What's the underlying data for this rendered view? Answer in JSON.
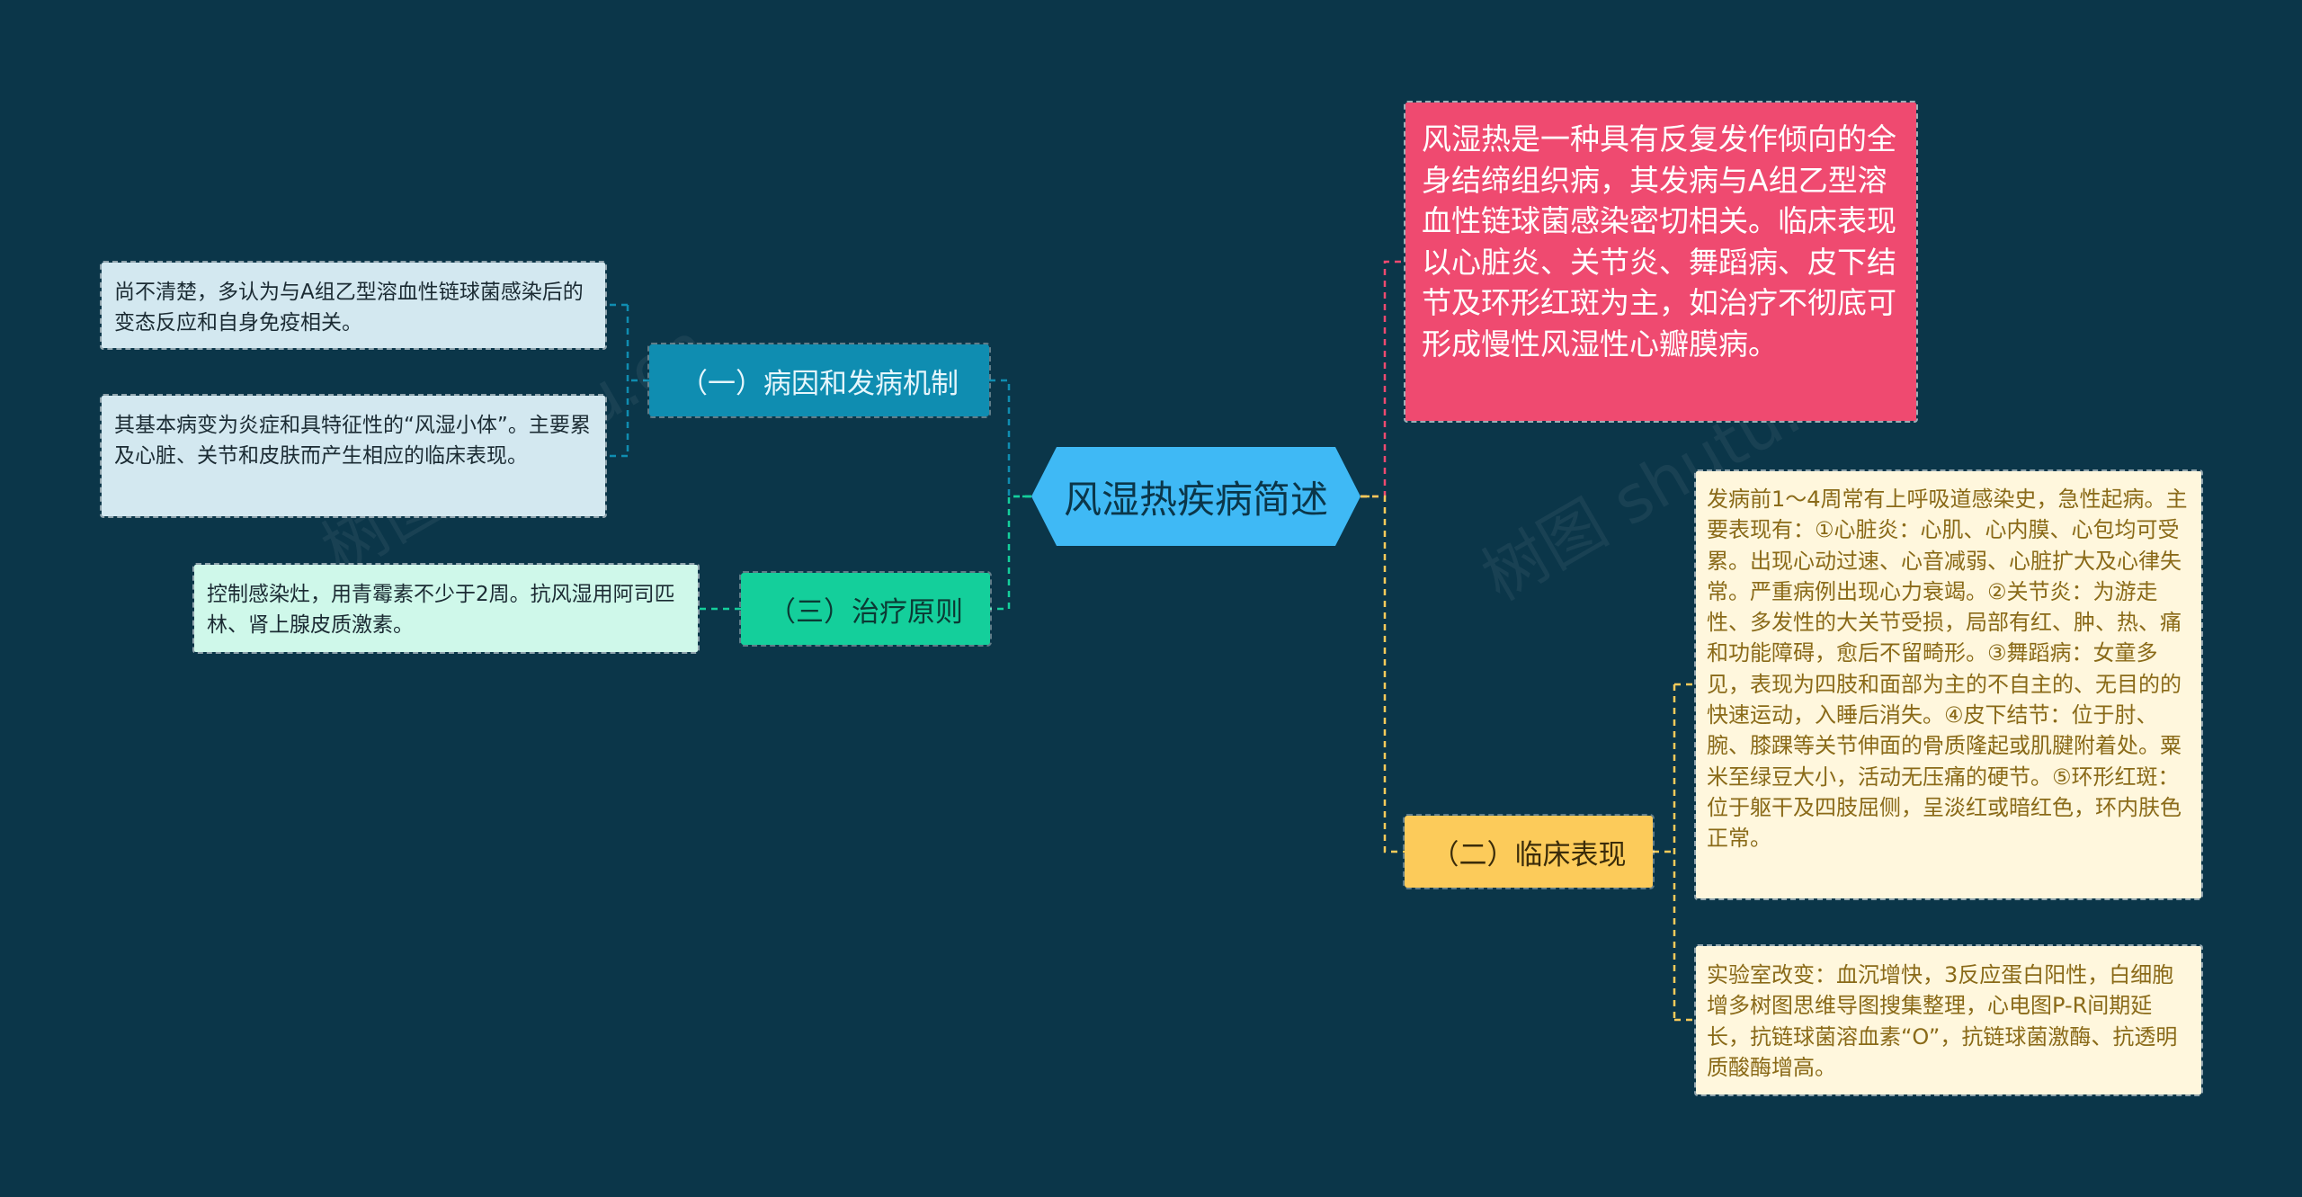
{
  "center": {
    "title": "风湿热疾病简述"
  },
  "definition": {
    "text": "风湿热是一种具有反复发作倾向的全身结缔组织病，其发病与A组乙型溶血性链球菌感染密切相关。临床表现以心脏炎、关节炎、舞蹈病、皮下结节及环形红斑为主，如治疗不彻底可形成慢性风湿性心瓣膜病。"
  },
  "branch1": {
    "label": "（一）病因和发病机制",
    "leaves": [
      "尚不清楚，多认为与A组乙型溶血性链球菌感染后的变态反应和自身免疫相关。",
      "其基本病变为炎症和具特征性的“风湿小体”。主要累及心脏、关节和皮肤而产生相应的临床表现。"
    ]
  },
  "branch2": {
    "label": "（二）临床表现",
    "leaves": [
      "发病前1～4周常有上呼吸道感染史，急性起病。主要表现有：①心脏炎：心肌、心内膜、心包均可受累。出现心动过速、心音减弱、心脏扩大及心律失常。严重病例出现心力衰竭。②关节炎：为游走性、多发性的大关节受损，局部有红、肿、热、痛和功能障碍，愈后不留畸形。③舞蹈病：女童多见，表现为四肢和面部为主的不自主的、无目的的快速运动，入睡后消失。④皮下结节：位于肘、腕、膝踝等关节伸面的骨质隆起或肌腱附着处。粟米至绿豆大小，活动无压痛的硬节。⑤环形红斑：位于躯干及四肢屈侧，呈淡红或暗红色，环内肤色正常。",
      "实验室改变：血沉增快，3反应蛋白阳性，白细胞增多树图思维导图搜集整理，心电图P-R间期延长，抗链球菌溶血素“O”，抗链球菌激酶、抗透明质酸酶增高。"
    ]
  },
  "branch3": {
    "label": "（三）治疗原则",
    "leaves": [
      "控制感染灶，用青霉素不少于2周。抗风湿用阿司匹林、肾上腺皮质激素。"
    ]
  },
  "watermarks": [
    "树图 shutu.cn",
    "树图 shutu.cn"
  ],
  "colors": {
    "background": "#0b3649",
    "center": "#3fb9f5",
    "definition": "#ef4a70",
    "branch1": "#0f8db1",
    "branch2": "#fccb5a",
    "branch3": "#14cf9b"
  }
}
